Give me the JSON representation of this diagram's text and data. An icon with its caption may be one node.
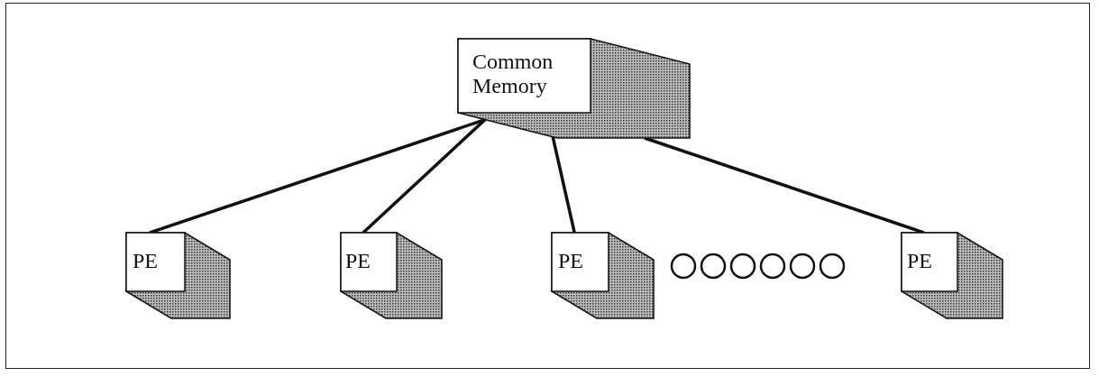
{
  "diagram": {
    "nodes": [
      {
        "text": [
          "Common Memory"
        ]
      },
      {
        "text": [
          "PE"
        ]
      },
      {
        "text": [
          "PE"
        ]
      },
      {
        "text": [
          "PE"
        ]
      },
      {
        "text": [
          "PE"
        ]
      }
    ],
    "edges": [
      {
        "from": 0,
        "to": 1,
        "arrow": "none"
      },
      {
        "from": 0,
        "to": 2,
        "arrow": "none"
      },
      {
        "from": 0,
        "to": 3,
        "arrow": "none"
      },
      {
        "from": 0,
        "to": 4,
        "arrow": "none"
      }
    ]
  }
}
